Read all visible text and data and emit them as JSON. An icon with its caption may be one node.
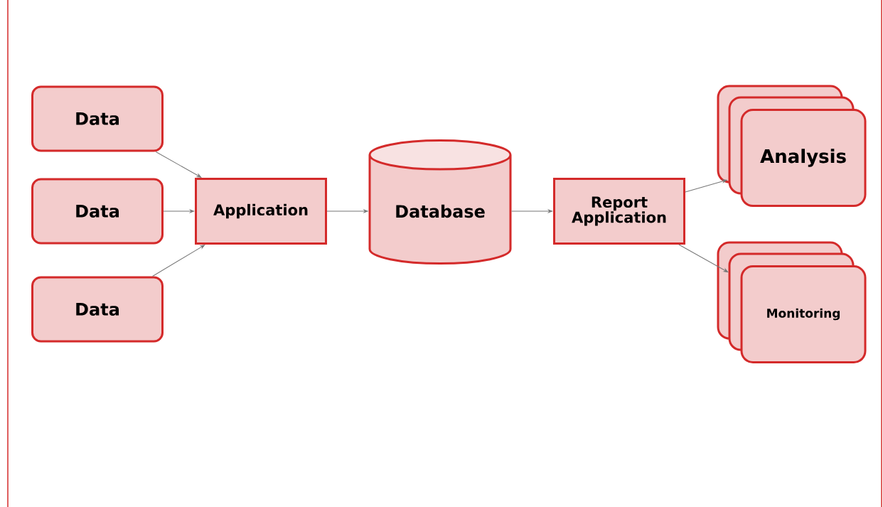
{
  "diagram": {
    "nodes": [
      {
        "text": [
          "Data"
        ]
      },
      {
        "text": [
          "Data"
        ]
      },
      {
        "text": [
          "Data"
        ]
      },
      {
        "text": [
          "Application"
        ]
      },
      {
        "text": [
          "Database"
        ]
      },
      {
        "text": [
          "Report Application"
        ]
      },
      {
        "text": [
          "Analysis"
        ]
      },
      {
        "text": [
          "Monitoring"
        ]
      }
    ],
    "edges": [
      {
        "from": 0,
        "to": 3,
        "arrow": "to"
      },
      {
        "from": 1,
        "to": 3,
        "arrow": "to"
      },
      {
        "from": 2,
        "to": 3,
        "arrow": "to"
      },
      {
        "from": 3,
        "to": 4,
        "arrow": "to"
      },
      {
        "from": 4,
        "to": 5,
        "arrow": "to"
      },
      {
        "from": 5,
        "to": 6,
        "arrow": "to"
      },
      {
        "from": 5,
        "to": 7,
        "arrow": "to"
      }
    ]
  }
}
